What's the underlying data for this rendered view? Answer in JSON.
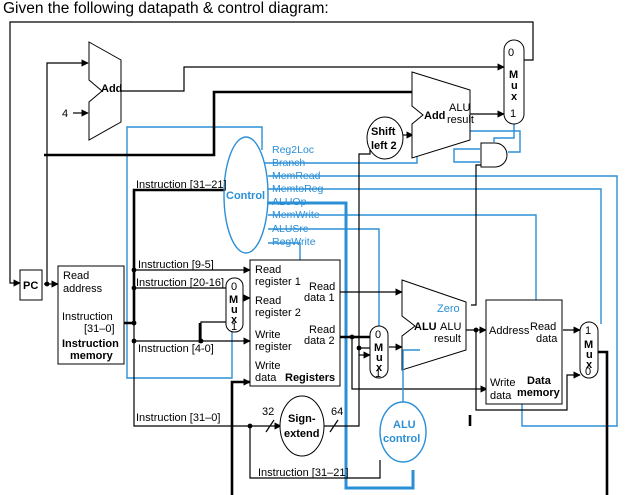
{
  "heading": "Given the following datapath & control diagram:",
  "units": {
    "pc": "PC",
    "add_top": "Add",
    "four": "4",
    "add_alu": "Add",
    "alu_result_1": "ALU",
    "alu_result_2": "result",
    "shift_1": "Shift",
    "shift_2": "left 2",
    "control": "Control",
    "instr_mem": {
      "read": "Read",
      "address": "address",
      "instruction": "Instruction",
      "bits": "[31–0]",
      "title_1": "Instruction",
      "title_2": "memory"
    },
    "registers": {
      "read_reg1_a": "Read",
      "read_reg1_b": "register 1",
      "read_reg2_a": "Read",
      "read_reg2_b": "register 2",
      "write_reg_a": "Write",
      "write_reg_b": "register",
      "write_data_a": "Write",
      "write_data_b": "data",
      "read_data1_a": "Read",
      "read_data1_b": "data 1",
      "read_data2_a": "Read",
      "read_data2_b": "data 2",
      "title": "Registers"
    },
    "alu": "ALU",
    "alu_zero": "Zero",
    "alu_res_1": "ALU",
    "alu_res_2": "result",
    "data_mem": {
      "address": "Address",
      "read_a": "Read",
      "read_b": "data",
      "write_a": "Write",
      "write_b": "data",
      "title_1": "Data",
      "title_2": "memory"
    },
    "sign_1": "Sign-",
    "sign_2": "extend",
    "bits_32": "32",
    "bits_64": "64",
    "alu_control_1": "ALU",
    "alu_control_2": "control"
  },
  "mux_letters": [
    "M",
    "u",
    "x"
  ],
  "mux_inputs": {
    "top_mux": [
      "0",
      "1"
    ],
    "reg_mux": [
      "0",
      "1"
    ],
    "alu_mux": [
      "0",
      "1"
    ],
    "mem_mux": [
      "1",
      "0"
    ]
  },
  "control_signals": [
    "Reg2Loc",
    "Branch",
    "MemRead",
    "MemtoReg",
    "ALUOp",
    "MemWrite",
    "ALUSrc",
    "RegWrite"
  ],
  "instruction_fields": {
    "f31_21_top": "Instruction [31–21]",
    "f9_5": "Instruction [9-5]",
    "f20_16": "Instruction [20-16]",
    "f4_0": "Instruction [4-0]",
    "f31_0": "Instruction [31–0]",
    "f31_21_bottom": "Instruction [31–21]"
  },
  "colors": {
    "control_wire": "#2b8fd6",
    "datapath_wire": "#000000"
  }
}
